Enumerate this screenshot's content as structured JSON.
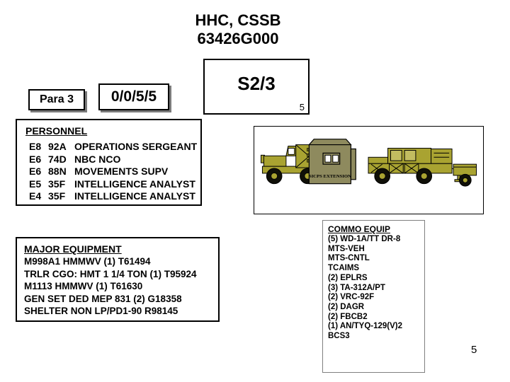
{
  "header": {
    "title_line1": "HHC, CSSB",
    "title_line2": "63426G000"
  },
  "callouts": {
    "para_label": "Para 3",
    "strength_label": "0/0/5/5"
  },
  "unit_box": {
    "label": "S2/3",
    "corner_number": "5"
  },
  "personnel": {
    "title": "PERSONNEL",
    "rows": [
      {
        "grade": "E8",
        "mos": "92A",
        "role": "OPERATIONS SERGEANT"
      },
      {
        "grade": "E6",
        "mos": "74D",
        "role": "NBC NCO"
      },
      {
        "grade": "E6",
        "mos": "88N",
        "role": "MOVEMENTS SUPV"
      },
      {
        "grade": "E5",
        "mos": "35F",
        "role": "INTELLIGENCE ANALYST"
      },
      {
        "grade": "E4",
        "mos": "35F",
        "role": "INTELLIGENCE ANALYST"
      }
    ]
  },
  "major_equipment": {
    "title": "MAJOR EQUIPMENT",
    "items": [
      "M998A1 HMMWV (1) T61494",
      "TRLR CGO: HMT 1 1/4 TON (1) T95924",
      "M1113 HMMWV (1) T61630",
      "GEN SET DED MEP 831 (2) G18358",
      "SHELTER NON LP/PD1-90 R98145"
    ]
  },
  "commo_equipment": {
    "title": "COMMO EQUIP",
    "items": [
      "(5) WD-1A/TT DR-8",
      "MTS-VEH",
      "MTS-CNTL",
      "TCAIMS",
      "(2) EPLRS",
      "(3) TA-312A/PT",
      "(2) VRC-92F",
      "(2) DAGR",
      "(2) FBCB2",
      "(1) AN/TYQ-129(V)2",
      "BCS3"
    ]
  },
  "vehicle_figure": {
    "shelter_label": "SICPS EXTENSION"
  },
  "page_number": "5",
  "colors": {
    "vehicle_body": "#a9a331",
    "shelter_body": "#8e8a5e",
    "commo_border": "#808080",
    "shadow": "#7a7a7a"
  }
}
